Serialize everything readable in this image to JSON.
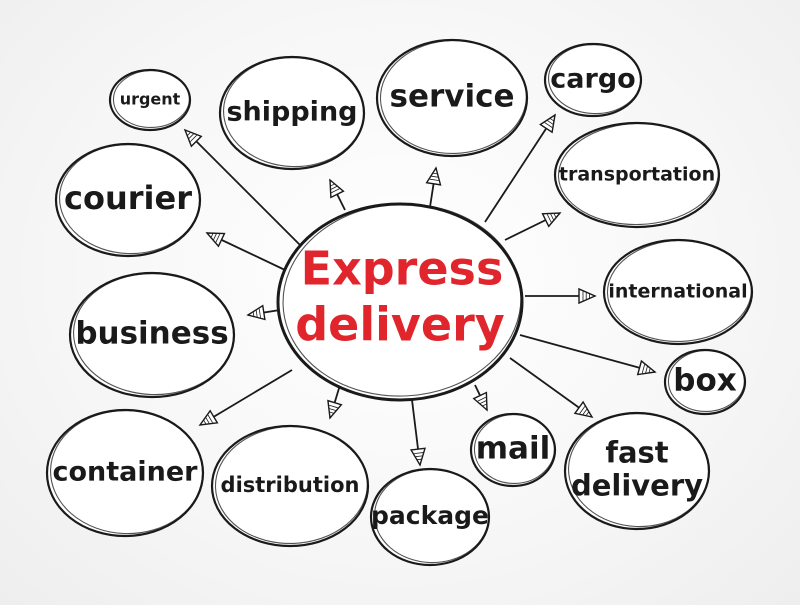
{
  "center": {
    "line1": "Express",
    "line2": "delivery",
    "color": "#e0262c"
  },
  "nodes": [
    {
      "id": "urgent",
      "lines": [
        "urgent"
      ]
    },
    {
      "id": "shipping",
      "lines": [
        "shipping"
      ]
    },
    {
      "id": "service",
      "lines": [
        "service"
      ]
    },
    {
      "id": "cargo",
      "lines": [
        "cargo"
      ]
    },
    {
      "id": "transportation",
      "lines": [
        "transportation"
      ]
    },
    {
      "id": "courier",
      "lines": [
        "courier"
      ]
    },
    {
      "id": "international",
      "lines": [
        "international"
      ]
    },
    {
      "id": "business",
      "lines": [
        "business"
      ]
    },
    {
      "id": "box",
      "lines": [
        "box"
      ]
    },
    {
      "id": "container",
      "lines": [
        "container"
      ]
    },
    {
      "id": "distribution",
      "lines": [
        "distribution"
      ]
    },
    {
      "id": "package",
      "lines": [
        "package"
      ]
    },
    {
      "id": "mail",
      "lines": [
        "mail"
      ]
    },
    {
      "id": "fast-delivery",
      "lines": [
        "fast",
        "delivery"
      ]
    }
  ],
  "colors": {
    "ink": "#1a1a1a",
    "accent": "#e0262c",
    "bubble_fill": "#ffffff"
  }
}
